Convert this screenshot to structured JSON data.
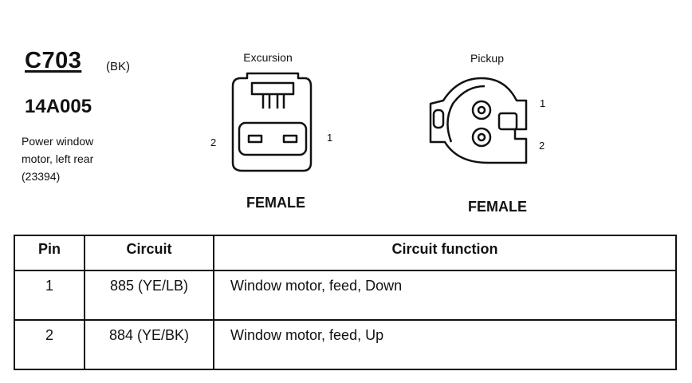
{
  "connector": {
    "id": "C703",
    "color": "(BK)",
    "part_number": "14A005",
    "description": [
      "Power window",
      "motor, left rear",
      "(23394)"
    ]
  },
  "views": [
    {
      "variant": "Excursion",
      "gender": "FEMALE",
      "pins": [
        "2",
        "1"
      ]
    },
    {
      "variant": "Pickup",
      "gender": "FEMALE",
      "pins": [
        "1",
        "2"
      ]
    }
  ],
  "table": {
    "headers": [
      "Pin",
      "Circuit",
      "Circuit function"
    ],
    "rows": [
      {
        "pin": "1",
        "circuit": "885 (YE/LB)",
        "function": "Window motor, feed, Down"
      },
      {
        "pin": "2",
        "circuit": "884 (YE/BK)",
        "function": "Window motor, feed, Up"
      }
    ]
  }
}
